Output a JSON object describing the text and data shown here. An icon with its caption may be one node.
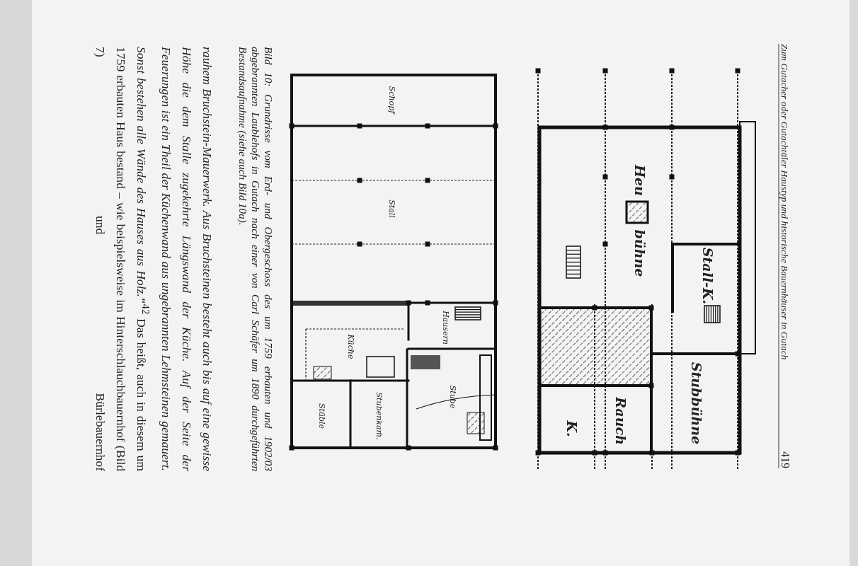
{
  "diagram": {
    "caption": "Bild 10: Grundrisse vom Erd- und Obergeschoss des um 1759 erbauten und 1902/03 abgebrannten Laublehofs in Gutach nach einer von Carl Schäfer um 1890 durchgeführten Bestandsaufnahme (siehe auch Bild 10a).",
    "nodes": [
      {
        "text": [
          "Heu",
          "bühne"
        ]
      },
      {
        "text": [
          "Stall-K."
        ]
      },
      {
        "text": [
          "Stubbühne"
        ]
      },
      {
        "text": [
          "Rauch"
        ]
      },
      {
        "text": [
          "K."
        ]
      },
      {
        "text": [
          "Schopf"
        ]
      },
      {
        "text": [
          "Stall"
        ]
      },
      {
        "text": [
          "Hausern"
        ]
      },
      {
        "text": [
          "Küche"
        ]
      },
      {
        "text": [
          "Stube"
        ]
      },
      {
        "text": [
          "Stüble"
        ]
      },
      {
        "text": [
          "Stubenkam̄."
        ]
      }
    ],
    "labels": [
      "Zum Gutacher oder Gutachtäler Haustyp und historische Bauernhäuser in Gutach",
      "419",
      "*rauhem Bruchstein-Mauerwerk. Aus Bruchsteinen besteht auch bis auf eine gewisse Höhe die dem Stalle zugekehrte Längswand der Küche. Auf der Seite der Feuerungen ist ein Theil der Küchenwand aus ungebrannten Lehmsteinen gemauert. Sonst bestehen alle Wände des Hauses aus Holz.“*$^{42}$ Das heißt, auch in diesem um 1759 erbauten Haus bestand – wie beispielsweise im Hinterschlauchbauernhof (Bild 7) und Bürlebauernhof"
    ]
  }
}
